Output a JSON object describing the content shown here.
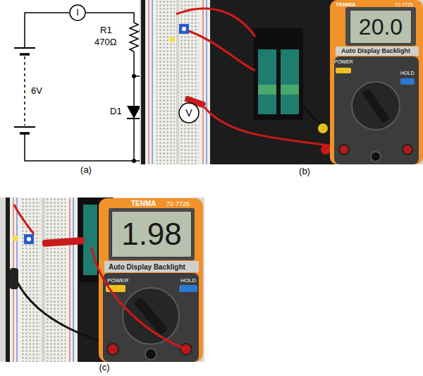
{
  "diagram": {
    "nodes": [
      {
        "text": [
          "I"
        ]
      },
      {
        "text": [
          "V"
        ]
      },
      {
        "text": [
          "TENMA",
          "72-7725",
          "Auto Display Backlight",
          "POWER",
          "HOLD"
        ]
      },
      {
        "text": [
          "20.0"
        ],
        "in": 2
      },
      {
        "text": [
          "TENMA",
          "72-7725",
          "Auto Display Backlight",
          "POWER",
          "HOLD"
        ]
      },
      {
        "text": [
          "1.98"
        ],
        "in": 4
      }
    ],
    "labels": [
      "R1",
      "470Ω",
      "D1",
      "6V",
      "(a)",
      "(b)",
      "(c)"
    ]
  }
}
